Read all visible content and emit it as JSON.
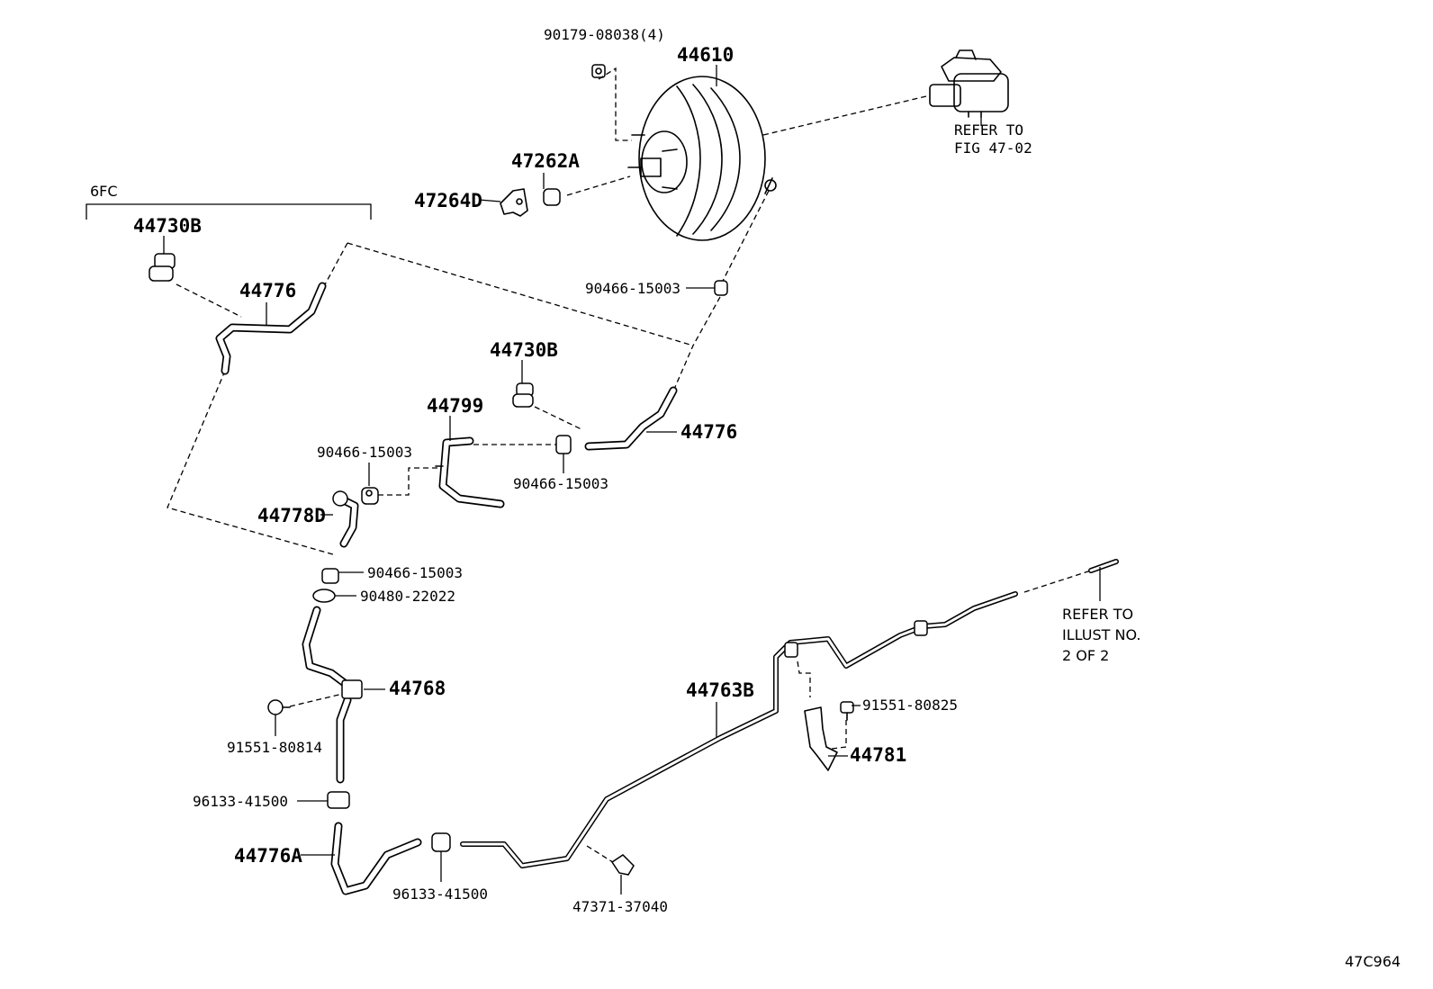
{
  "labels": {
    "p90179": "90179-08038(4)",
    "p44610": "44610",
    "p47262A": "47262A",
    "p47264D": "47264D",
    "refer_fig_1": "REFER TO",
    "refer_fig_2": "FIG 47-02",
    "p6FC": "6FC",
    "p44730B_a": "44730B",
    "p44776_a": "44776",
    "p90466_a": "90466-15003",
    "p44730B_b": "44730B",
    "p44799": "44799",
    "p44776_b": "44776",
    "p90466_b": "90466-15003",
    "p90466_c": "90466-15003",
    "p44778D": "44778D",
    "p90466_d": "90466-15003",
    "p90480": "90480-22022",
    "p44768": "44768",
    "p91551_a": "91551-80814",
    "p96133_a": "96133-41500",
    "p44776A": "44776A",
    "p96133_b": "96133-41500",
    "p47371": "47371-37040",
    "p44763B": "44763B",
    "p91551_b": "91551-80825",
    "p44781": "44781",
    "refer_ill_1": "REFER TO",
    "refer_ill_2": "ILLUST NO.",
    "refer_ill_3": "2 OF 2",
    "figure_code": "47C964"
  },
  "icons": {
    "booster": "brake-booster-icon",
    "master_cylinder": "master-cylinder-icon",
    "clip": "hose-clip-icon",
    "bolt": "bolt-icon"
  }
}
